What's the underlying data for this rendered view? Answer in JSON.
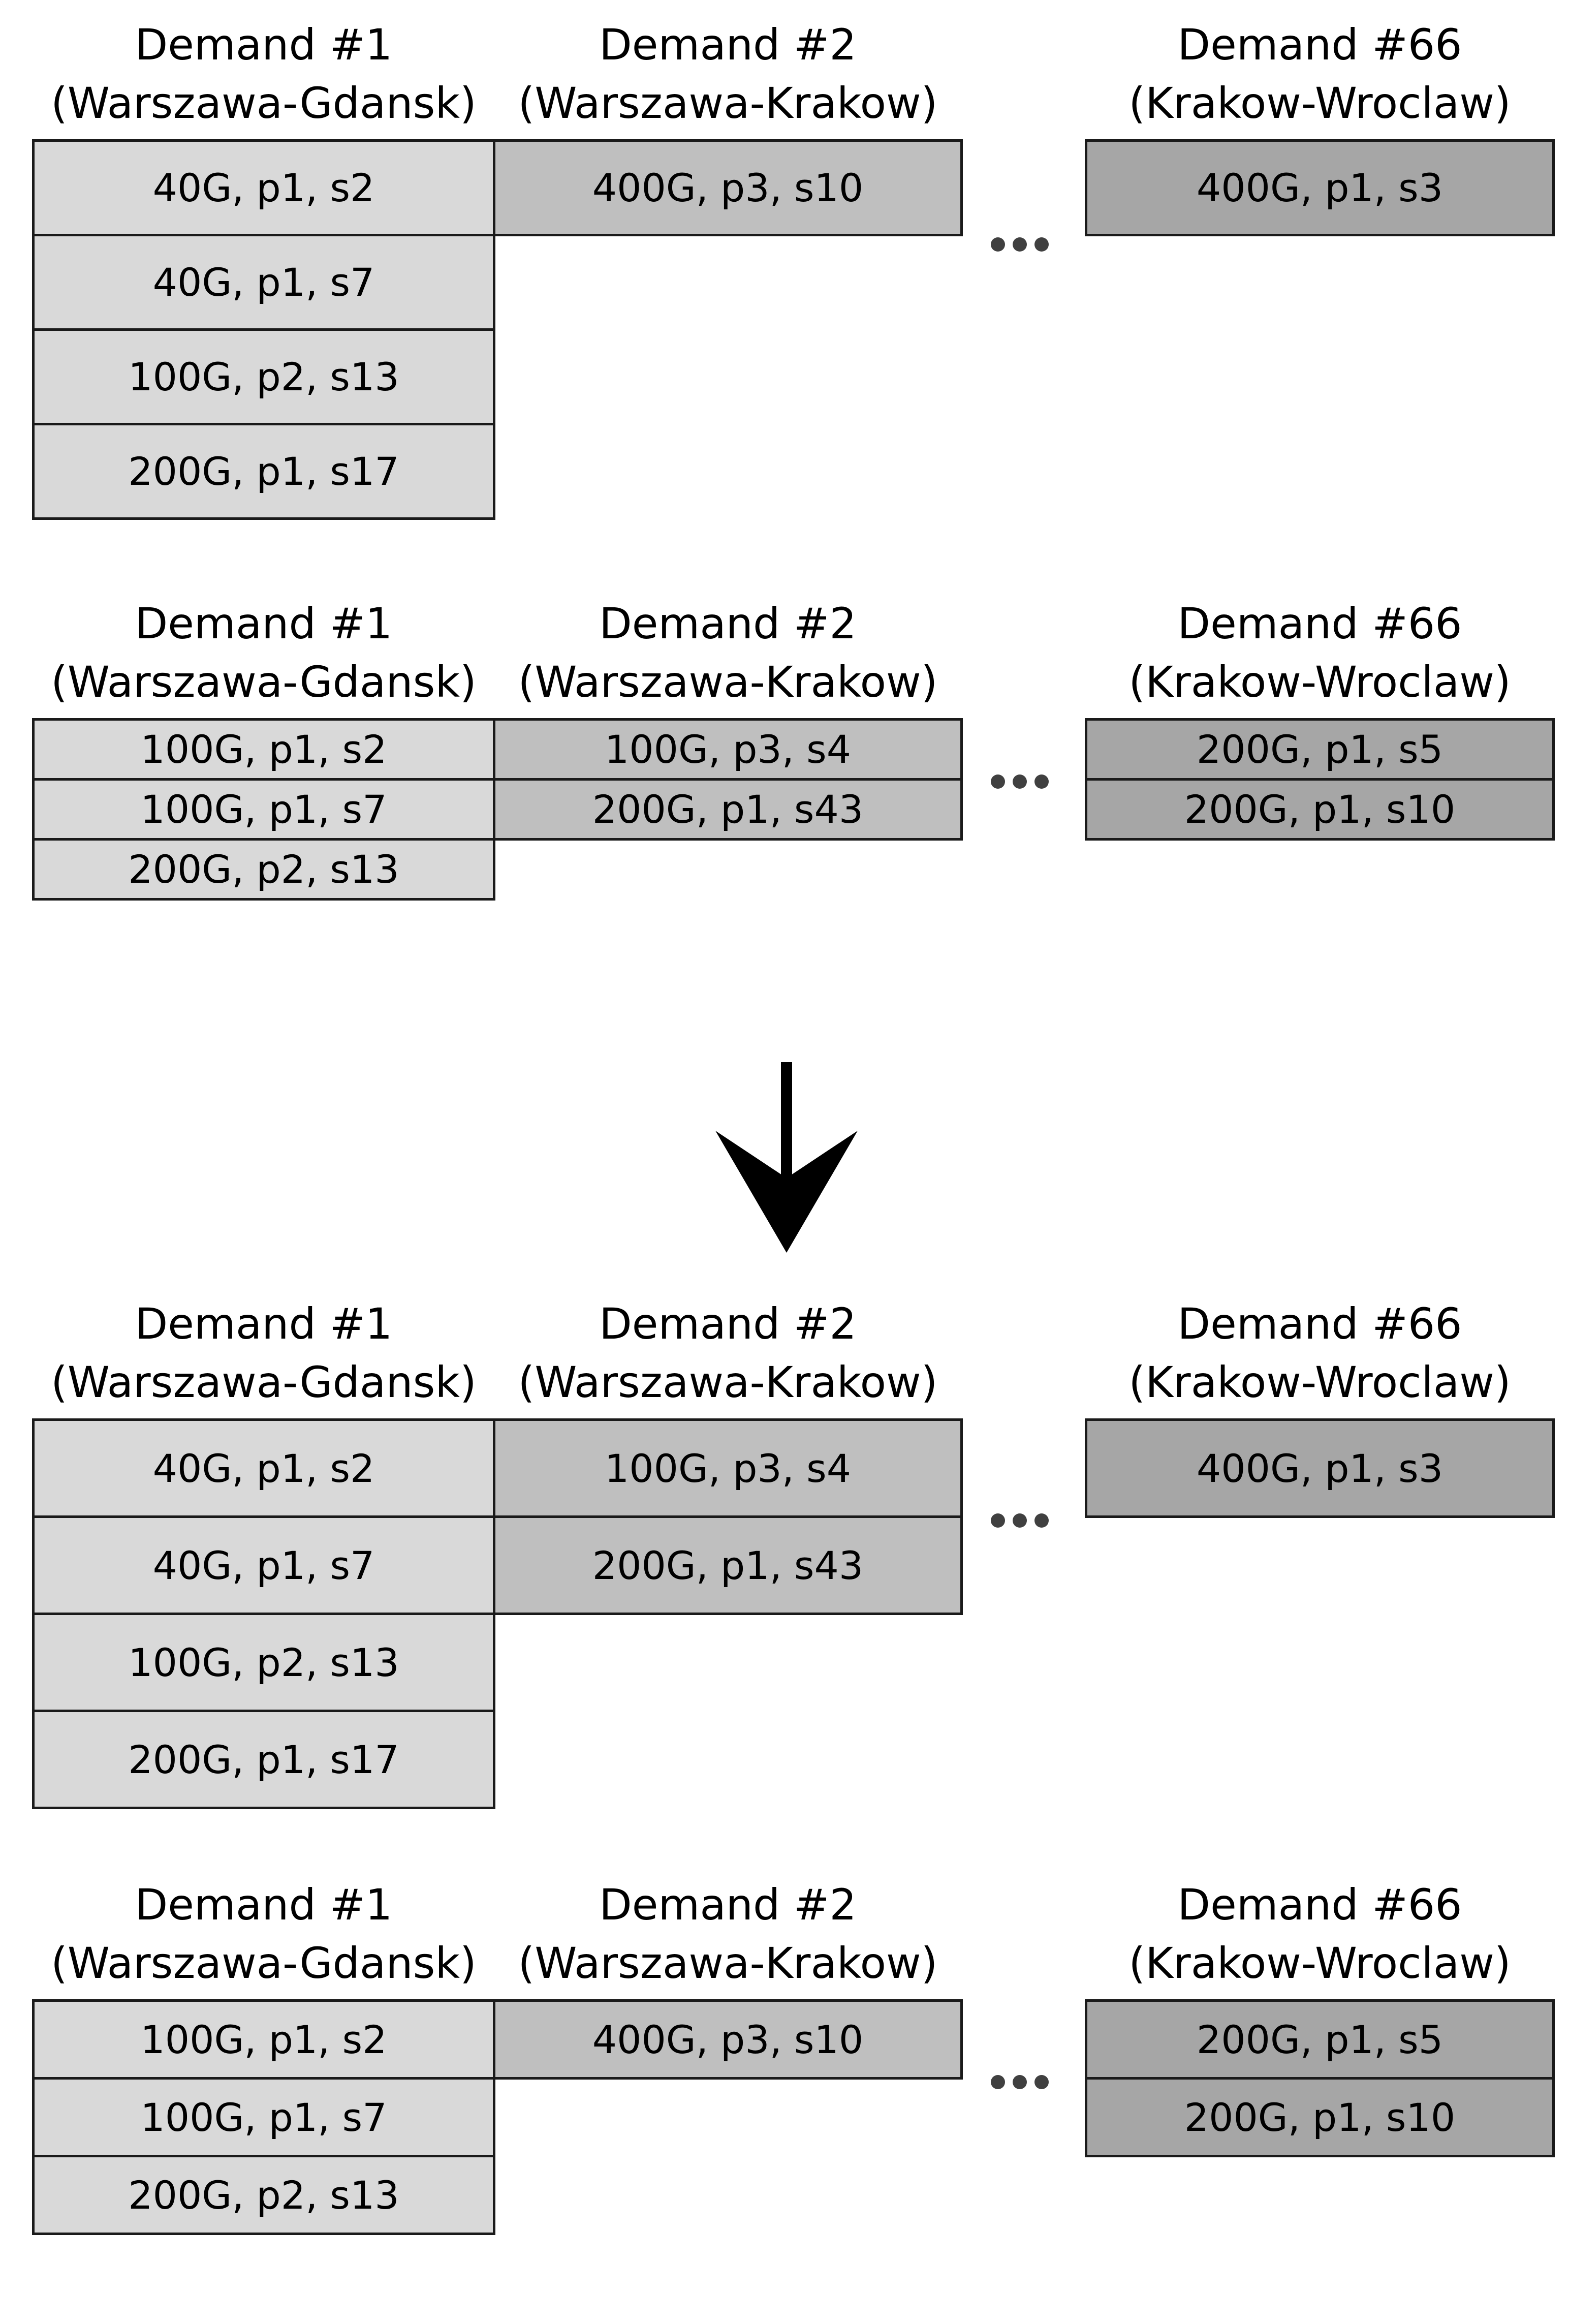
{
  "figure_title": "demand-transceiver-allocation-before-after",
  "colors": {
    "demand_col1_fill": "#d9d9d9",
    "demand_col2_fill": "#bfbfbf",
    "demand_col3_fill": "#a6a6a6",
    "border": "#1a1a1a",
    "ellipsis_dots": "#404040",
    "arrow": "#000000",
    "background": "#ffffff"
  },
  "ellipsis_icon": "•••",
  "arrow_icon": "down-arrow",
  "sections": [
    {
      "name": "top-state-a",
      "columns": [
        {
          "title_line1": "Demand #1",
          "title_line2": "(Warszawa-Gdansk)",
          "cells": [
            "40G, p1, s2",
            "40G, p1, s7",
            "100G, p2, s13",
            "200G, p1, s17"
          ]
        },
        {
          "title_line1": "Demand #2",
          "title_line2": "(Warszawa-Krakow)",
          "cells": [
            "400G, p3, s10"
          ]
        },
        {
          "title_line1": "Demand #66",
          "title_line2": "(Krakow-Wroclaw)",
          "cells": [
            "400G, p1, s3"
          ]
        }
      ]
    },
    {
      "name": "top-state-b",
      "columns": [
        {
          "title_line1": "Demand #1",
          "title_line2": "(Warszawa-Gdansk)",
          "cells": [
            "100G, p1, s2",
            "100G, p1, s7",
            "200G, p2, s13"
          ]
        },
        {
          "title_line1": "Demand #2",
          "title_line2": "(Warszawa-Krakow)",
          "cells": [
            "100G, p3, s4",
            "200G, p1, s43"
          ]
        },
        {
          "title_line1": "Demand #66",
          "title_line2": "(Krakow-Wroclaw)",
          "cells": [
            "200G, p1, s5",
            "200G, p1, s10"
          ]
        }
      ]
    },
    {
      "name": "bottom-state-a",
      "columns": [
        {
          "title_line1": "Demand #1",
          "title_line2": "(Warszawa-Gdansk)",
          "cells": [
            "40G, p1, s2",
            "40G, p1, s7",
            "100G, p2, s13",
            "200G, p1, s17"
          ]
        },
        {
          "title_line1": "Demand #2",
          "title_line2": "(Warszawa-Krakow)",
          "cells": [
            "100G, p3, s4",
            "200G, p1, s43"
          ]
        },
        {
          "title_line1": "Demand #66",
          "title_line2": "(Krakow-Wroclaw)",
          "cells": [
            "400G, p1, s3"
          ]
        }
      ]
    },
    {
      "name": "bottom-state-b",
      "columns": [
        {
          "title_line1": "Demand #1",
          "title_line2": "(Warszawa-Gdansk)",
          "cells": [
            "100G, p1, s2",
            "100G, p1, s7",
            "200G, p2, s13"
          ]
        },
        {
          "title_line1": "Demand #2",
          "title_line2": "(Warszawa-Krakow)",
          "cells": [
            "400G, p3, s10"
          ]
        },
        {
          "title_line1": "Demand #66",
          "title_line2": "(Krakow-Wroclaw)",
          "cells": [
            "200G, p1, s5",
            "200G, p1, s10"
          ]
        }
      ]
    }
  ]
}
